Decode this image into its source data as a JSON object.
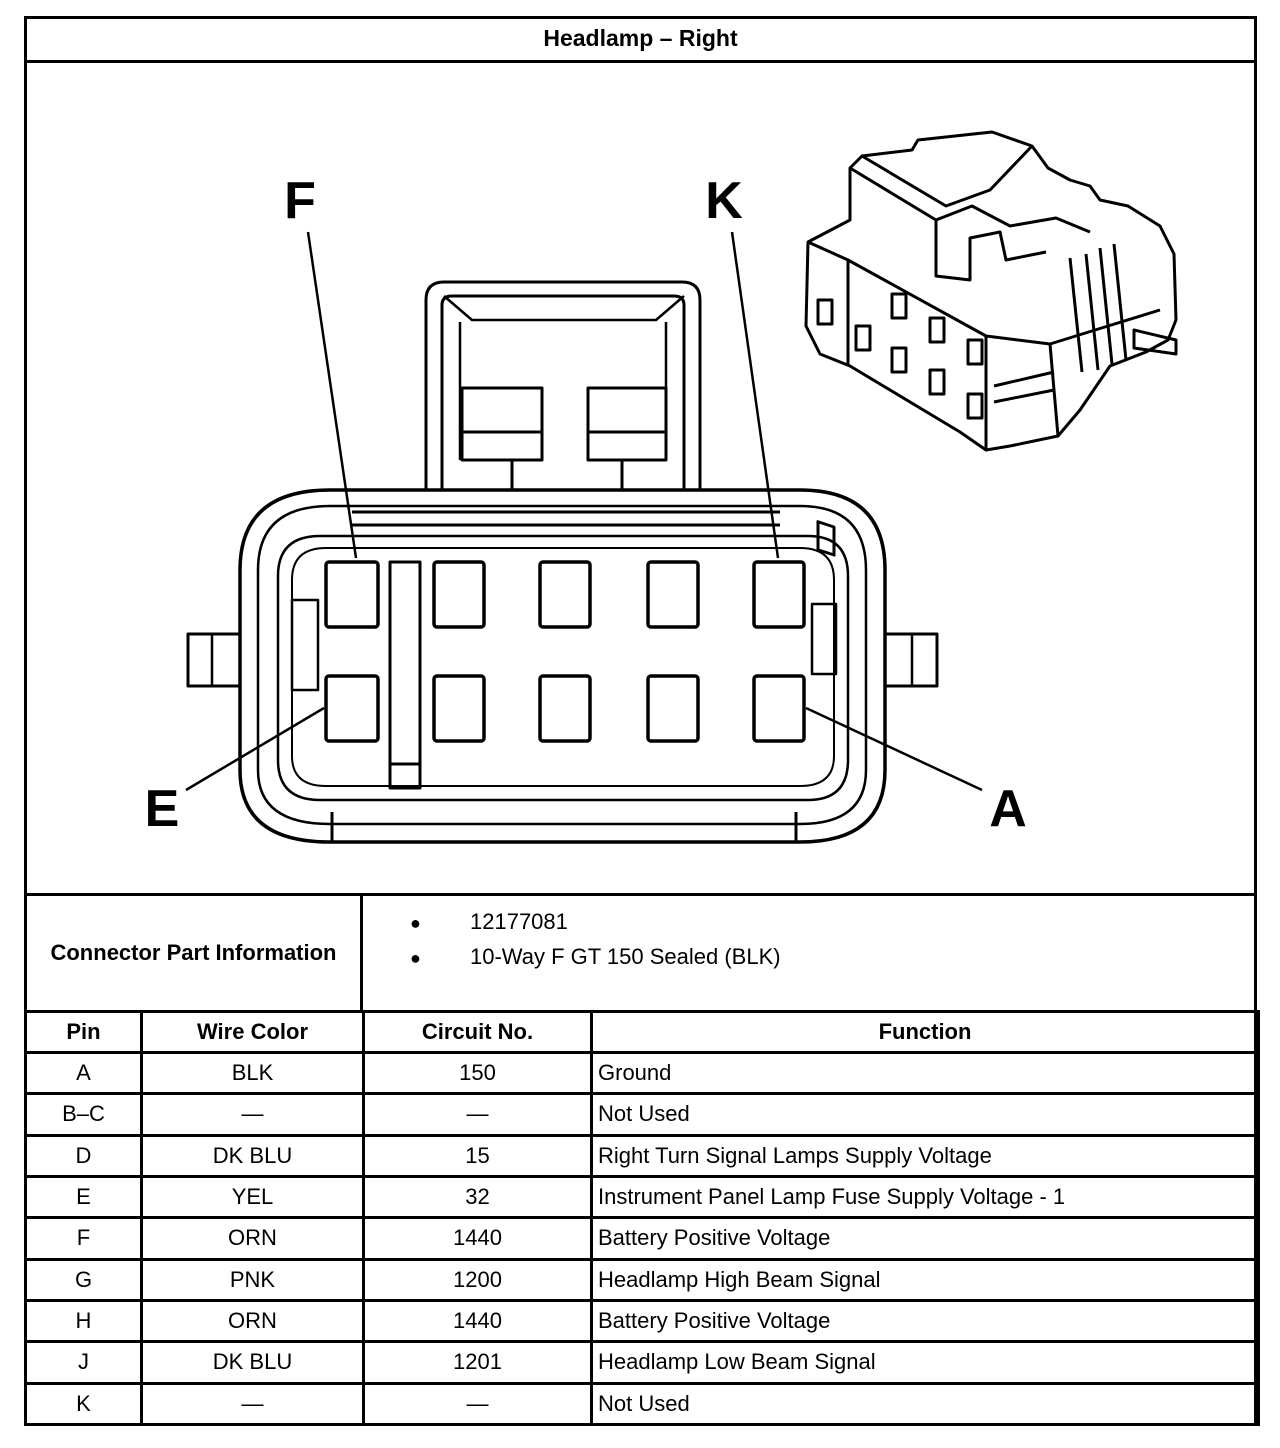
{
  "title": "Headlamp – Right",
  "diagram": {
    "labels": {
      "f": "F",
      "k": "K",
      "e": "E",
      "a": "A"
    }
  },
  "connector_info": {
    "label": "Connector Part Information",
    "items": [
      "12177081",
      "10-Way F GT 150 Sealed (BLK)"
    ],
    "bullet": "●"
  },
  "table": {
    "headers": {
      "pin": "Pin",
      "wire_color": "Wire Color",
      "circuit": "Circuit No.",
      "function": "Function"
    },
    "rows": [
      {
        "pin": "A",
        "wire_color": "BLK",
        "circuit": "150",
        "function": "Ground"
      },
      {
        "pin": "B–C",
        "wire_color": "—",
        "circuit": "—",
        "function": "Not Used"
      },
      {
        "pin": "D",
        "wire_color": "DK BLU",
        "circuit": "15",
        "function": "Right Turn Signal Lamps Supply Voltage"
      },
      {
        "pin": "E",
        "wire_color": "YEL",
        "circuit": "32",
        "function": "Instrument Panel Lamp Fuse Supply Voltage - 1"
      },
      {
        "pin": "F",
        "wire_color": "ORN",
        "circuit": "1440",
        "function": "Battery Positive Voltage"
      },
      {
        "pin": "G",
        "wire_color": "PNK",
        "circuit": "1200",
        "function": "Headlamp High Beam Signal"
      },
      {
        "pin": "H",
        "wire_color": "ORN",
        "circuit": "1440",
        "function": "Battery Positive Voltage"
      },
      {
        "pin": "J",
        "wire_color": "DK BLU",
        "circuit": "1201",
        "function": "Headlamp Low Beam Signal"
      },
      {
        "pin": "K",
        "wire_color": "—",
        "circuit": "—",
        "function": "Not Used"
      }
    ]
  }
}
